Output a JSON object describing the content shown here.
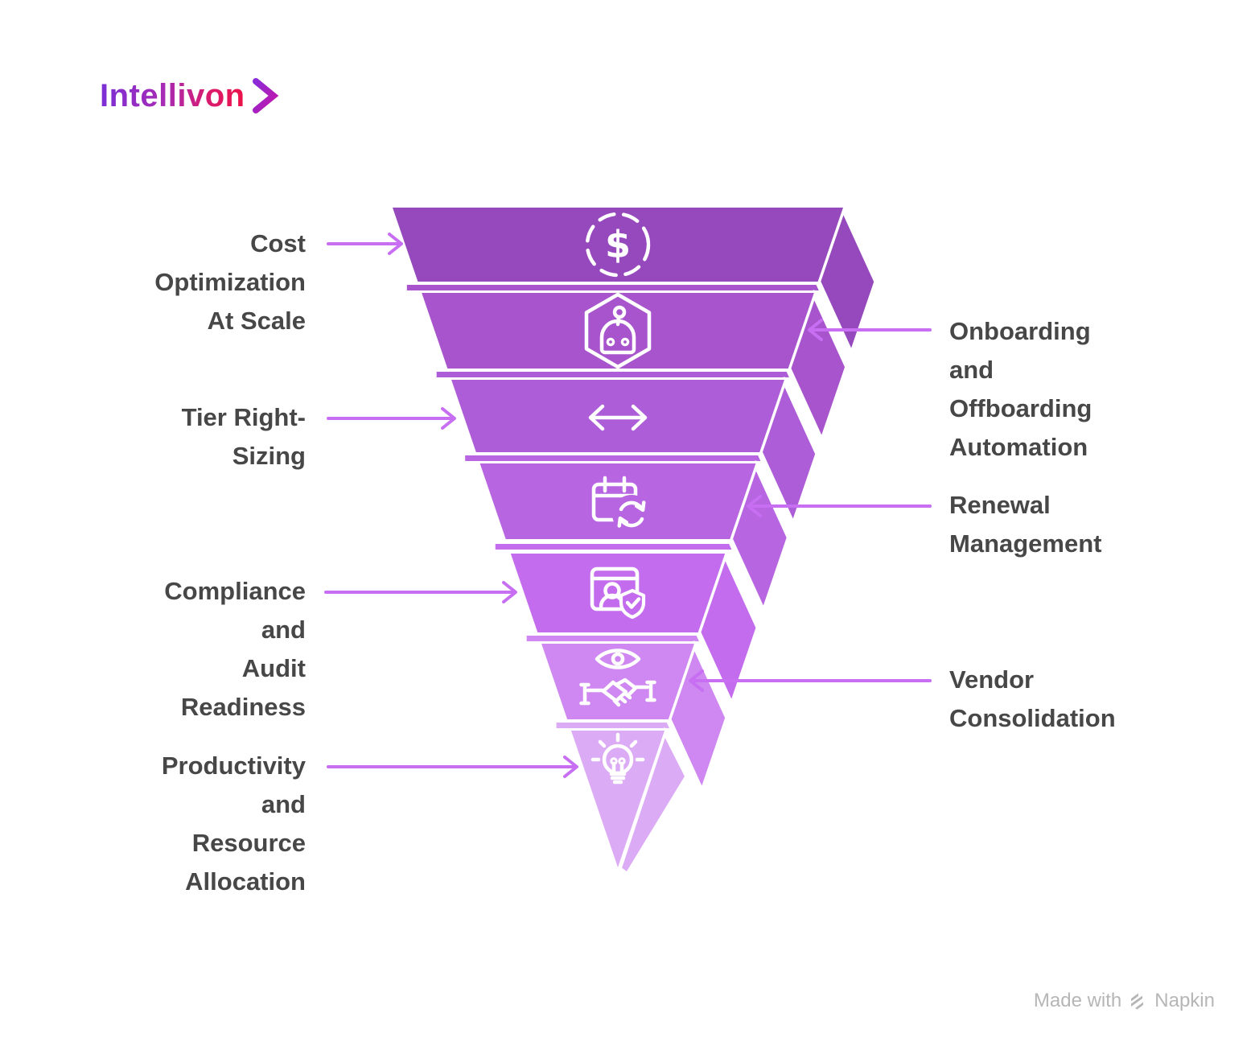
{
  "logo": {
    "text": "Intellivon",
    "gradient_start": "#7b2fd6",
    "gradient_end": "#ee1248"
  },
  "watermark": {
    "prefix": "Made with",
    "brand": "Napkin",
    "color": "#b6b6b6"
  },
  "diagram": {
    "type": "funnel",
    "direction": "inverted",
    "arrow_color": "#c76ef2",
    "label_color": "#474747",
    "icon_color": "#ffffff",
    "levels": [
      {
        "label": "Cost Optimization At Scale",
        "lines": [
          "Cost",
          "Optimization",
          "At Scale"
        ],
        "side": "left",
        "color": "#9549bd",
        "icon": "dollar-circle-icon"
      },
      {
        "label": "Onboarding and Offboarding Automation",
        "lines": [
          "Onboarding",
          "and",
          "Offboarding",
          "Automation"
        ],
        "side": "right",
        "color": "#a855cd",
        "icon": "robot-icon"
      },
      {
        "label": "Tier Right-Sizing",
        "lines": [
          "Tier Right-",
          "Sizing"
        ],
        "side": "left",
        "color": "#ae5dd8",
        "icon": "resize-arrows-icon"
      },
      {
        "label": "Renewal Management",
        "lines": [
          "Renewal",
          "Management"
        ],
        "side": "right",
        "color": "#b765e1",
        "icon": "calendar-renewal-icon"
      },
      {
        "label": "Compliance and Audit Readiness",
        "lines": [
          "Compliance",
          "and",
          "Audit",
          "Readiness"
        ],
        "side": "left",
        "color": "#c46cee",
        "icon": "audit-shield-icon"
      },
      {
        "label": "Vendor Consolidation",
        "lines": [
          "Vendor",
          "Consolidation"
        ],
        "side": "right",
        "color": "#cf88f1",
        "icon": "vendor-handshake-icon"
      },
      {
        "label": "Productivity and Resource Allocation",
        "lines": [
          "Productivity",
          "and",
          "Resource",
          "Allocation"
        ],
        "side": "left",
        "color": "#dcabf5",
        "icon": "lightbulb-icon"
      }
    ]
  }
}
